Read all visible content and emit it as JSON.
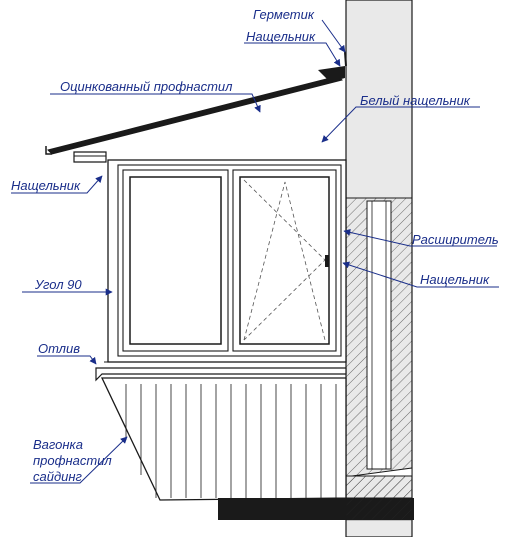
{
  "labels": {
    "germetik": "Герметик",
    "nashchelnik_top": "Нащельник",
    "profnastil": "Оцинкованный профнастил",
    "white_nashchelnik": "Белый нащельник",
    "nashchelnik_left": "Нащельник",
    "rasshiritel": "Расширитель",
    "ugol": "Угол 90",
    "nashchelnik_right": "Нащельник",
    "otliv": "Отлив",
    "vagonka_1": "Вагонка",
    "vagonka_2": "профнастил",
    "vagonka_3": "сайдинг"
  },
  "colors": {
    "label_blue": "#1a2e8a",
    "wall_gray": "#e9e9e9",
    "line_black": "#1a1a1a"
  }
}
